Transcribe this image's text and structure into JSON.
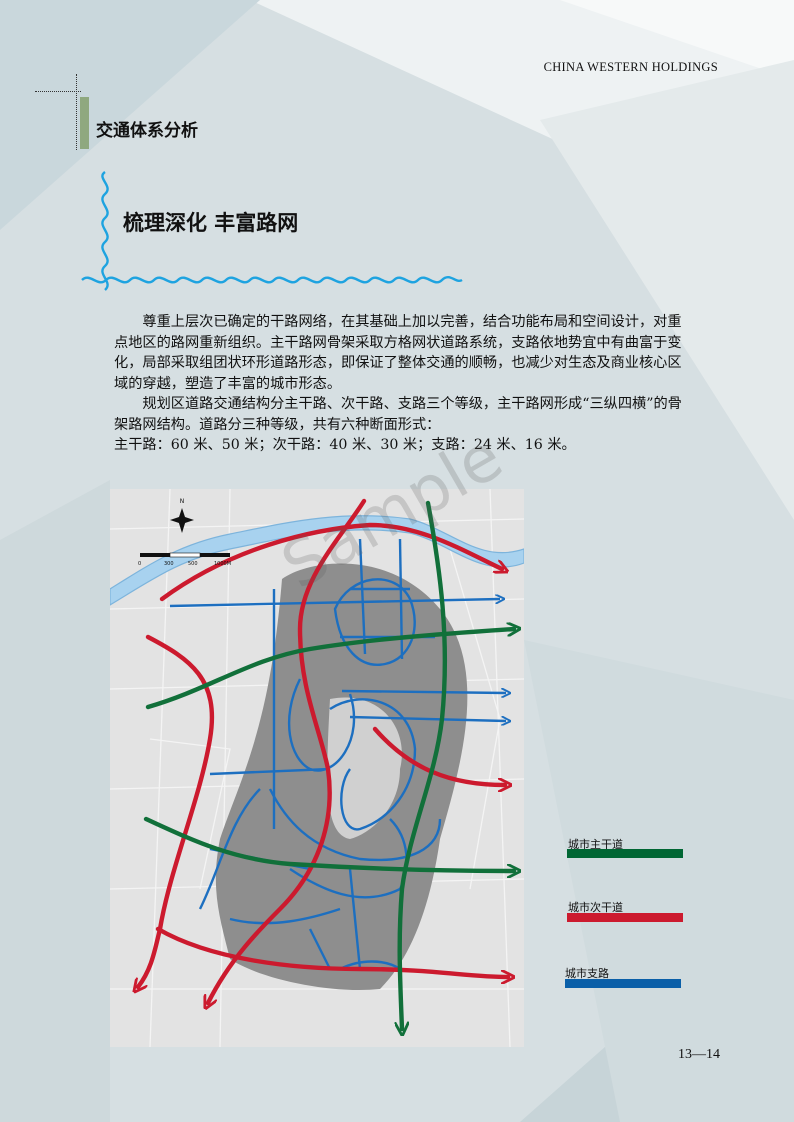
{
  "header": {
    "brand": "CHINA WESTERN HOLDINGS",
    "section_title": "交通体系分析"
  },
  "headline": "梳理深化  丰富路网",
  "body": {
    "paragraph1": "尊重上层次已确定的干路网络，在其基础上加以完善，结合功能布局和空间设计，对重点地区的路网重新组织。主干路网骨架采取方格网状道路系统，支路依地势宜中有曲富于变化，局部采取组团状环形道路形态，即保证了整体交通的顺畅，也减少对生态及商业核心区域的穿越，塑造了丰富的城市形态。",
    "paragraph2": "规划区道路交通结构分主干路、次干路、支路三个等级，主干路网形成“三纵四横”的骨架路网结构。道路分三种等级，共有六种断面形式：",
    "paragraph3": "主干路：60 米、50 米；次干路：40 米、30 米；支路：24 米、16 米。"
  },
  "map": {
    "watermark": "Sample",
    "north_label": "N",
    "scale_labels": [
      "0",
      "300",
      "500",
      "1000M"
    ]
  },
  "legend": [
    {
      "label": "城市主干道",
      "color": "#006633"
    },
    {
      "label": "城市次干道",
      "color": "#cc1a2e"
    },
    {
      "label": "城市支路",
      "color": "#0a5fa8"
    }
  ],
  "page_number": "13—14"
}
